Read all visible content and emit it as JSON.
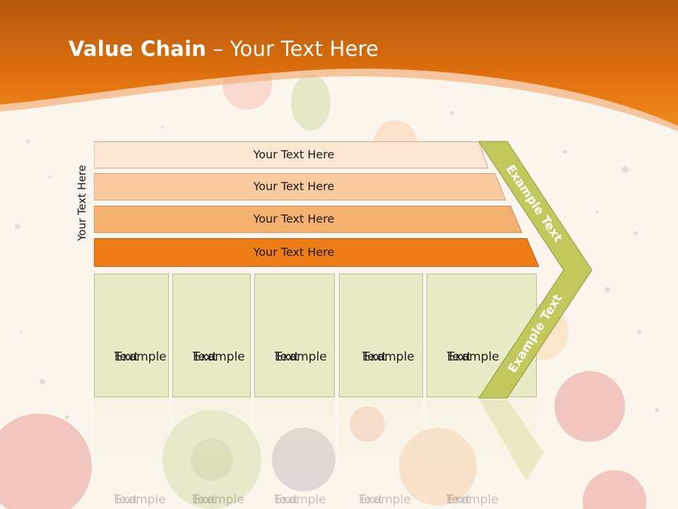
{
  "slide": {
    "title_bold": "Value Chain",
    "title_rest": " – Your Text Here",
    "side_label": "Your Text Here"
  },
  "rows": [
    {
      "label": "Your Text Here",
      "color": "#fde6d3"
    },
    {
      "label": "Your Text Here",
      "color": "#fbcb9f"
    },
    {
      "label": "Your Text Here",
      "color": "#f6b06f"
    },
    {
      "label": "Your Text Here",
      "color": "#ee7d17"
    }
  ],
  "columns": [
    {
      "line1": "Example",
      "line2": "Text"
    },
    {
      "line1": "Example",
      "line2": "Text"
    },
    {
      "line1": "Example",
      "line2": "Text"
    },
    {
      "line1": "Example",
      "line2": "Text"
    },
    {
      "line1": "Example",
      "line2": "Text"
    }
  ],
  "chevron": {
    "upper_label": "Example Text",
    "lower_label": "Example Text",
    "color": "#c3c85c"
  },
  "theme": {
    "header_orange": "#e8790f",
    "column_fill": "#e8ebc6"
  }
}
